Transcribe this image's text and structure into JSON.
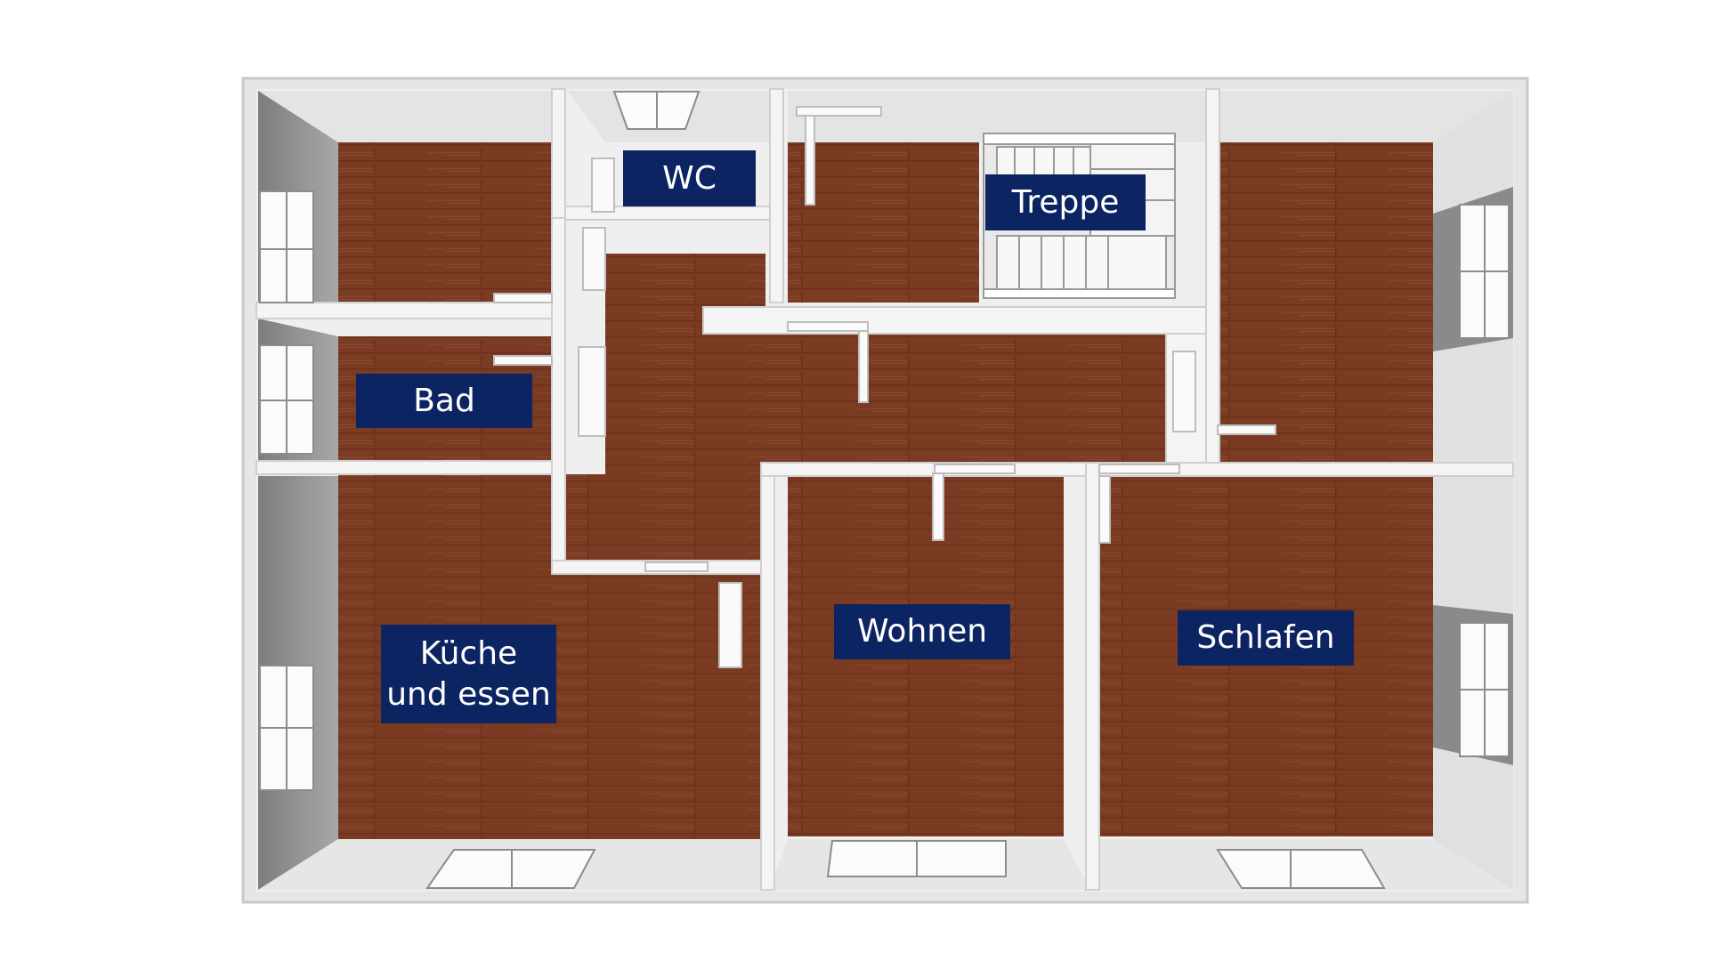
{
  "floor_plan": {
    "rooms": [
      {
        "id": "wc",
        "label_lines": [
          "WC"
        ]
      },
      {
        "id": "treppe",
        "label_lines": [
          "Treppe"
        ]
      },
      {
        "id": "bad",
        "label_lines": [
          "Bad"
        ]
      },
      {
        "id": "kueche",
        "label_lines": [
          "Küche",
          "und essen"
        ]
      },
      {
        "id": "wohnen",
        "label_lines": [
          "Wohnen"
        ]
      },
      {
        "id": "schlafen",
        "label_lines": [
          "Schlafen"
        ]
      }
    ]
  },
  "colors": {
    "label_background": "#0c2461",
    "label_text": "#ffffff",
    "floor": "#7a3b22",
    "wall_top": "#f2f2f2",
    "wall_side": "#dcdcdc",
    "wall_shadow": "#8d8d8d"
  }
}
